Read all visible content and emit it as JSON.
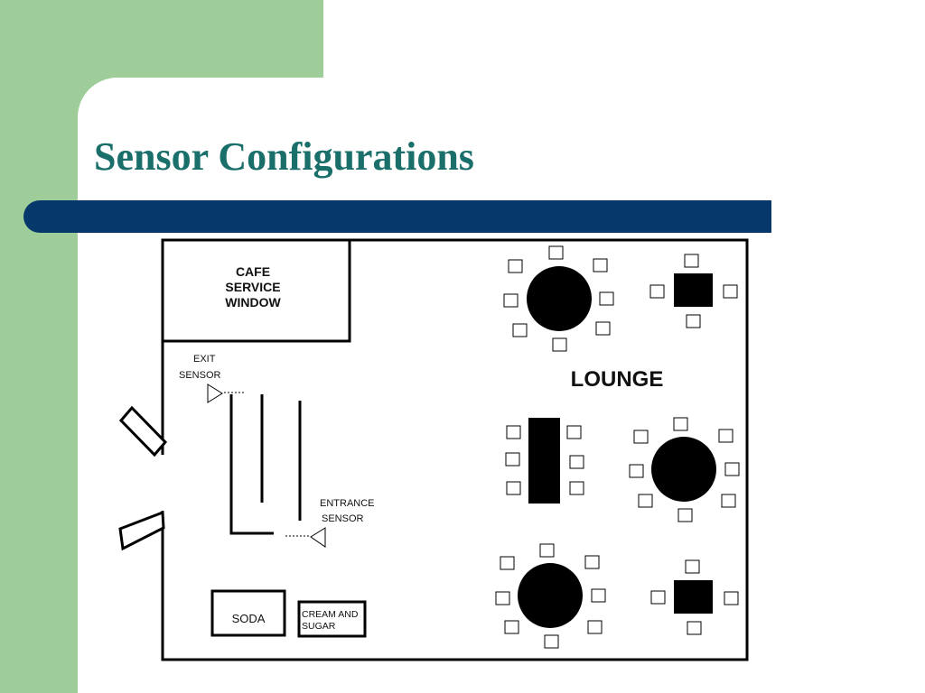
{
  "slide": {
    "title": "Sensor Configurations",
    "colors": {
      "side_band": "#9fcd99",
      "title": "#1a6f6a",
      "bar": "#06386b"
    }
  },
  "floorplan": {
    "cafe_window_line1": "CAFE",
    "cafe_window_line2": "SERVICE",
    "cafe_window_line3": "WINDOW",
    "exit_sensor_line1": "EXIT",
    "exit_sensor_line2": "SENSOR",
    "entrance_sensor_line1": "ENTRANCE",
    "entrance_sensor_line2": "SENSOR",
    "lounge": "LOUNGE",
    "soda": "SODA",
    "cream_line1": "CREAM AND",
    "cream_line2": "SUGAR"
  }
}
